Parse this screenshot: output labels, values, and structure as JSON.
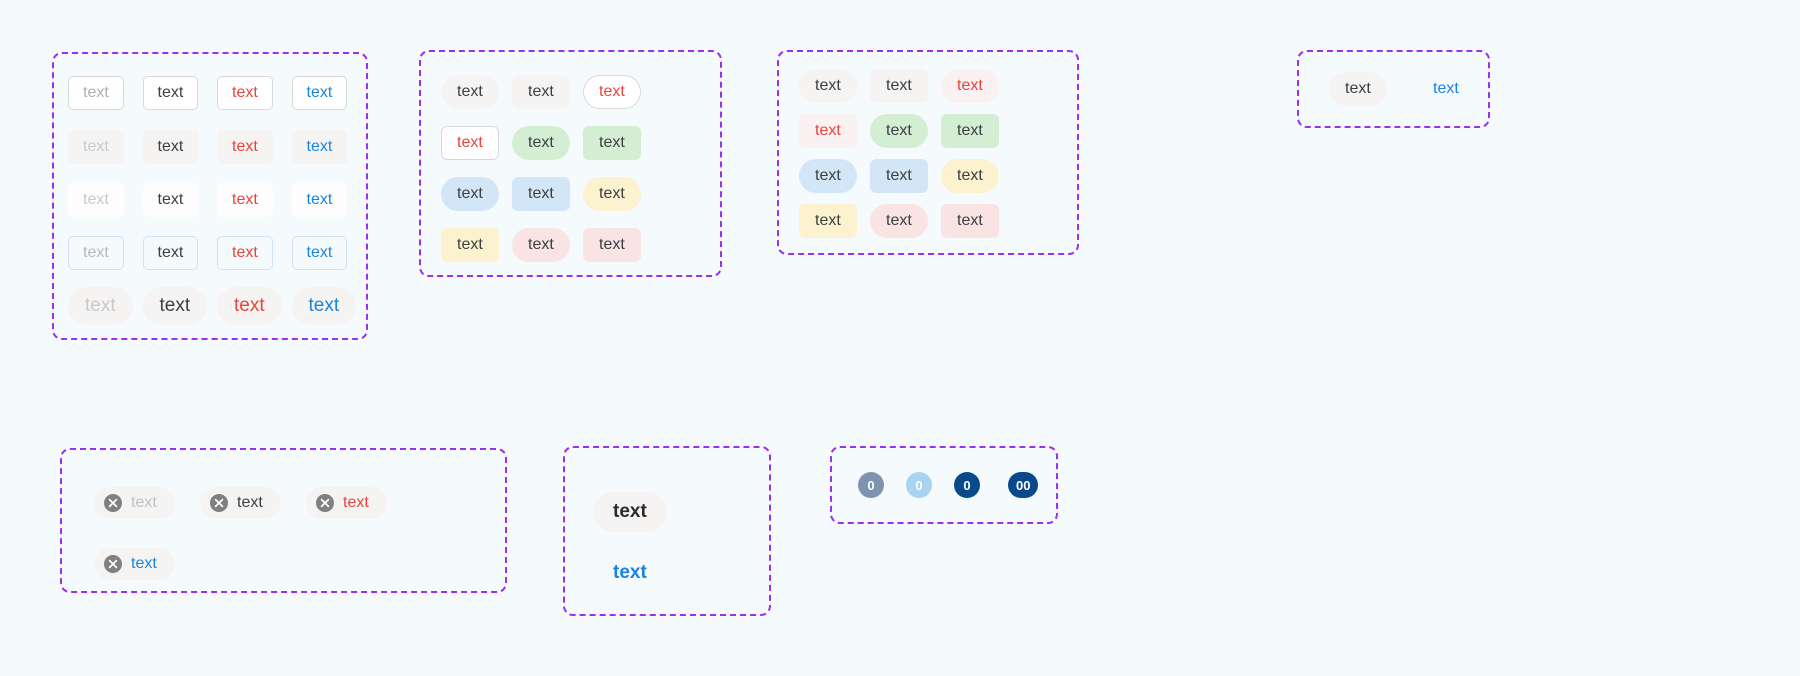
{
  "page": {
    "background": "#f5fafd",
    "group_outline_color": "#9b2ff2",
    "label": "text"
  },
  "palette": {
    "text_muted": "#b0b0b0",
    "text_dark": "#3c4043",
    "text_danger": "#e8453c",
    "text_link": "#1a85e0",
    "bg_grey": "#f6f3f3",
    "bg_white": "#fefdfd",
    "bg_green": "#d4eed4",
    "bg_blue": "#d3e6f7",
    "bg_yellow": "#fcf2cf",
    "bg_pink": "#fae3e3",
    "border_grey": "#d8d8d8",
    "border_blue": "#cde3f3",
    "badge_grey": "#7e93ae",
    "badge_lightblue": "#a8d4f2",
    "badge_navy": "#0a4a8a"
  },
  "groups": {
    "buttons": {
      "name": "button-variants-group",
      "rows": [
        {
          "variant": "outline",
          "cells": [
            {
              "label": "text",
              "color": "#b0b0b0"
            },
            {
              "label": "text",
              "color": "#3c4043"
            },
            {
              "label": "text",
              "color": "#e8453c"
            },
            {
              "label": "text",
              "color": "#1a85e0"
            }
          ]
        },
        {
          "variant": "ghost",
          "cells": [
            {
              "label": "text",
              "color": "#c9c9c9"
            },
            {
              "label": "text",
              "color": "#3c4043"
            },
            {
              "label": "text",
              "color": "#e8453c"
            },
            {
              "label": "text",
              "color": "#1a85e0"
            }
          ]
        },
        {
          "variant": "solid-white",
          "cells": [
            {
              "label": "text",
              "color": "#c9c9c9"
            },
            {
              "label": "text",
              "color": "#3c4043"
            },
            {
              "label": "text",
              "color": "#e8453c"
            },
            {
              "label": "text",
              "color": "#1a85e0"
            }
          ]
        },
        {
          "variant": "blue-outline",
          "cells": [
            {
              "label": "text",
              "color": "#b8b8b8"
            },
            {
              "label": "text",
              "color": "#3c4043"
            },
            {
              "label": "text",
              "color": "#e8453c"
            },
            {
              "label": "text",
              "color": "#1a85e0"
            }
          ]
        },
        {
          "variant": "pill-large",
          "cells": [
            {
              "label": "text",
              "color": "#c9c9c9"
            },
            {
              "label": "text",
              "color": "#3c4043"
            },
            {
              "label": "text",
              "color": "#e8453c"
            },
            {
              "label": "text",
              "color": "#1a85e0"
            }
          ]
        }
      ]
    },
    "tags_mixed": {
      "name": "tag-variants-group",
      "rows": [
        [
          {
            "label": "text",
            "shape": "pill",
            "bg": "#f6f3f3",
            "color": "#3c4043"
          },
          {
            "label": "text",
            "shape": "square",
            "bg": "#f6f3f3",
            "color": "#3c4043"
          },
          {
            "label": "text",
            "shape": "pill-outline",
            "bg": "#ffffff",
            "color": "#e8453c"
          }
        ],
        [
          {
            "label": "text",
            "shape": "square-outline",
            "bg": "#ffffff",
            "color": "#e8453c"
          },
          {
            "label": "text",
            "shape": "pill",
            "bg": "#d4eed4",
            "color": "#3c4043"
          },
          {
            "label": "text",
            "shape": "square",
            "bg": "#d4eed4",
            "color": "#3c4043"
          }
        ],
        [
          {
            "label": "text",
            "shape": "pill",
            "bg": "#d3e6f7",
            "color": "#3c4043"
          },
          {
            "label": "text",
            "shape": "square",
            "bg": "#d3e6f7",
            "color": "#3c4043"
          },
          {
            "label": "text",
            "shape": "pill",
            "bg": "#fcf2cf",
            "color": "#3c4043"
          }
        ],
        [
          {
            "label": "text",
            "shape": "square",
            "bg": "#fcf2cf",
            "color": "#3c4043"
          },
          {
            "label": "text",
            "shape": "pill",
            "bg": "#fae3e3",
            "color": "#3c4043"
          },
          {
            "label": "text",
            "shape": "square",
            "bg": "#fae3e3",
            "color": "#3c4043"
          }
        ]
      ]
    },
    "tags_compact": {
      "name": "tag-compact-group",
      "rows": [
        [
          {
            "label": "text",
            "shape": "pill",
            "bg": "#f6f3f3",
            "color": "#3c4043"
          },
          {
            "label": "text",
            "shape": "square",
            "bg": "#f6f3f3",
            "color": "#3c4043"
          },
          {
            "label": "text",
            "shape": "pill",
            "bg": "#faf2f2",
            "color": "#e8453c"
          }
        ],
        [
          {
            "label": "text",
            "shape": "square",
            "bg": "#faf2f2",
            "color": "#e8453c"
          },
          {
            "label": "text",
            "shape": "pill",
            "bg": "#d4eed4",
            "color": "#3c4043"
          },
          {
            "label": "text",
            "shape": "square",
            "bg": "#d4eed4",
            "color": "#3c4043"
          }
        ],
        [
          {
            "label": "text",
            "shape": "pill",
            "bg": "#d3e6f7",
            "color": "#3c4043"
          },
          {
            "label": "text",
            "shape": "square",
            "bg": "#d3e6f7",
            "color": "#3c4043"
          },
          {
            "label": "text",
            "shape": "pill",
            "bg": "#fcf2cf",
            "color": "#3c4043"
          }
        ],
        [
          {
            "label": "text",
            "shape": "square",
            "bg": "#fcf2cf",
            "color": "#3c4043"
          },
          {
            "label": "text",
            "shape": "pill",
            "bg": "#fae3e3",
            "color": "#3c4043"
          },
          {
            "label": "text",
            "shape": "square",
            "bg": "#fae3e3",
            "color": "#3c4043"
          }
        ]
      ]
    },
    "tags_pair": {
      "name": "tag-pair-group",
      "items": [
        {
          "label": "text",
          "shape": "pill",
          "bg": "#f6f3f3",
          "color": "#3c4043"
        },
        {
          "label": "text",
          "shape": "plain",
          "bg": "transparent",
          "color": "#1a85e0"
        }
      ]
    },
    "dismissible": {
      "name": "dismissible-chip-group",
      "icon": "close-circle-icon",
      "icon_color": "#808080",
      "rows": [
        [
          {
            "label": "text",
            "color": "#c0c0c0"
          },
          {
            "label": "text",
            "color": "#3c4043"
          },
          {
            "label": "text",
            "color": "#e8453c"
          }
        ],
        [
          {
            "label": "text",
            "color": "#1a85e0"
          }
        ]
      ]
    },
    "bold_chips": {
      "name": "bold-chip-group",
      "items": [
        {
          "label": "text",
          "bg": "#f6f3f3",
          "color": "#2b2b2b"
        },
        {
          "label": "text",
          "bg": "transparent",
          "color": "#1a85e0"
        }
      ]
    },
    "badges": {
      "name": "numeric-badge-group",
      "items": [
        {
          "value": "0",
          "bg": "#7e93ae",
          "color": "#ffffff"
        },
        {
          "value": "0",
          "bg": "#a8d4f2",
          "color": "#ffffff"
        },
        {
          "value": "0",
          "bg": "#0a4a8a",
          "color": "#ffffff"
        },
        {
          "value": "00",
          "bg": "#0a4a8a",
          "color": "#ffffff"
        }
      ]
    }
  }
}
